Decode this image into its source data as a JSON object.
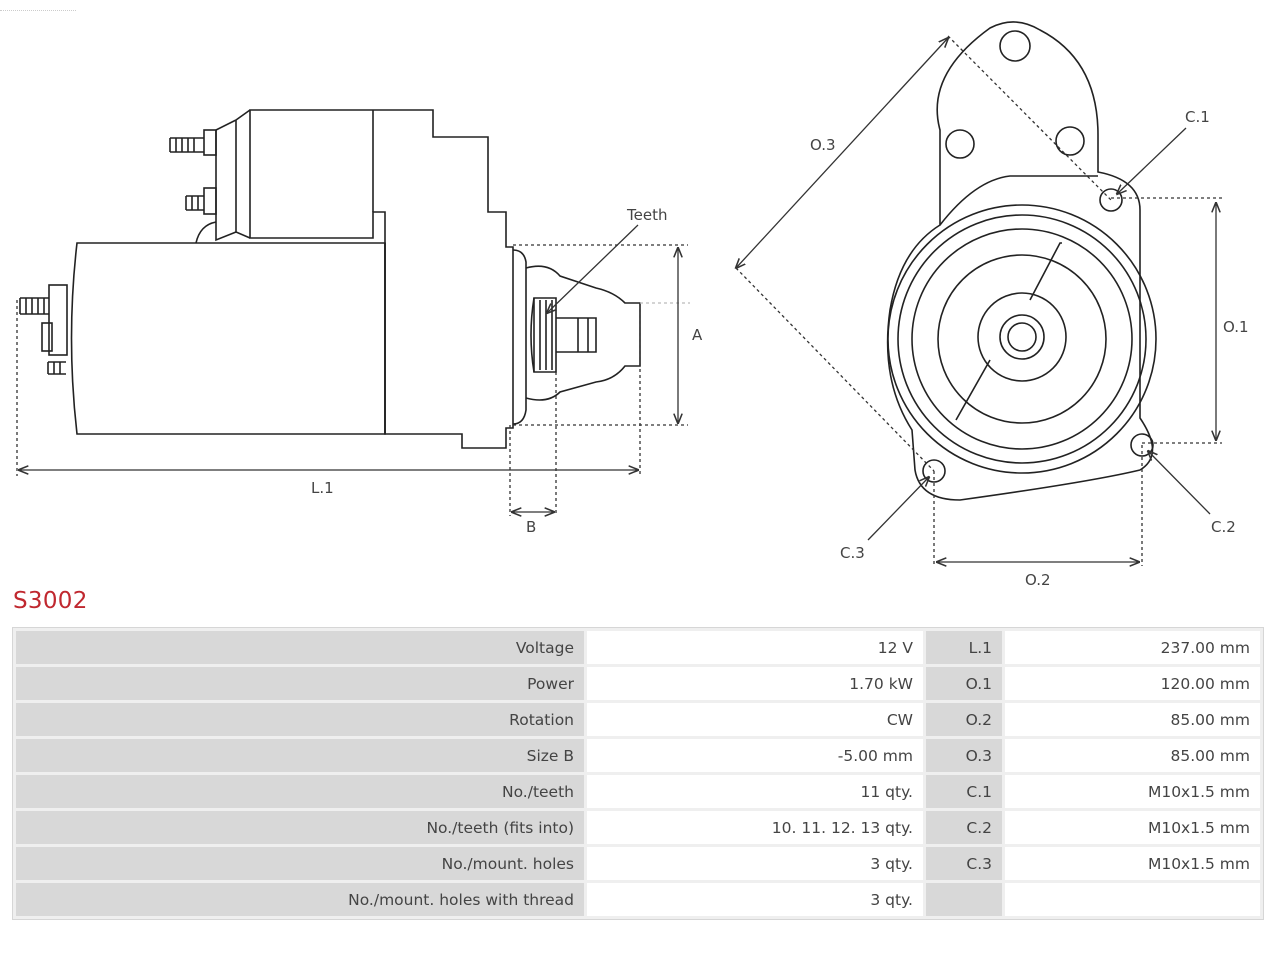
{
  "part_code": "S3002",
  "diagram_labels": {
    "teeth": "Teeth",
    "a": "A",
    "b": "B",
    "l1": "L.1",
    "o1": "O.1",
    "o2": "O.2",
    "o3": "O.3",
    "c1": "C.1",
    "c2": "C.2",
    "c3": "C.3"
  },
  "specs": [
    {
      "label": "Voltage",
      "value": "12 V",
      "dim_label": "L.1",
      "dim_value": "237.00 mm"
    },
    {
      "label": "Power",
      "value": "1.70 kW",
      "dim_label": "O.1",
      "dim_value": "120.00 mm"
    },
    {
      "label": "Rotation",
      "value": "CW",
      "dim_label": "O.2",
      "dim_value": "85.00 mm"
    },
    {
      "label": "Size B",
      "value": "-5.00 mm",
      "dim_label": "O.3",
      "dim_value": "85.00 mm"
    },
    {
      "label": "No./teeth",
      "value": "11 qty.",
      "dim_label": "C.1",
      "dim_value": "M10x1.5 mm"
    },
    {
      "label": "No./teeth (fits into)",
      "value": "10. 11. 12. 13 qty.",
      "dim_label": "C.2",
      "dim_value": "M10x1.5 mm"
    },
    {
      "label": "No./mount. holes",
      "value": "3 qty.",
      "dim_label": "C.3",
      "dim_value": "M10x1.5 mm"
    },
    {
      "label": "No./mount. holes with thread",
      "value": "3 qty.",
      "dim_label": "",
      "dim_value": ""
    }
  ]
}
